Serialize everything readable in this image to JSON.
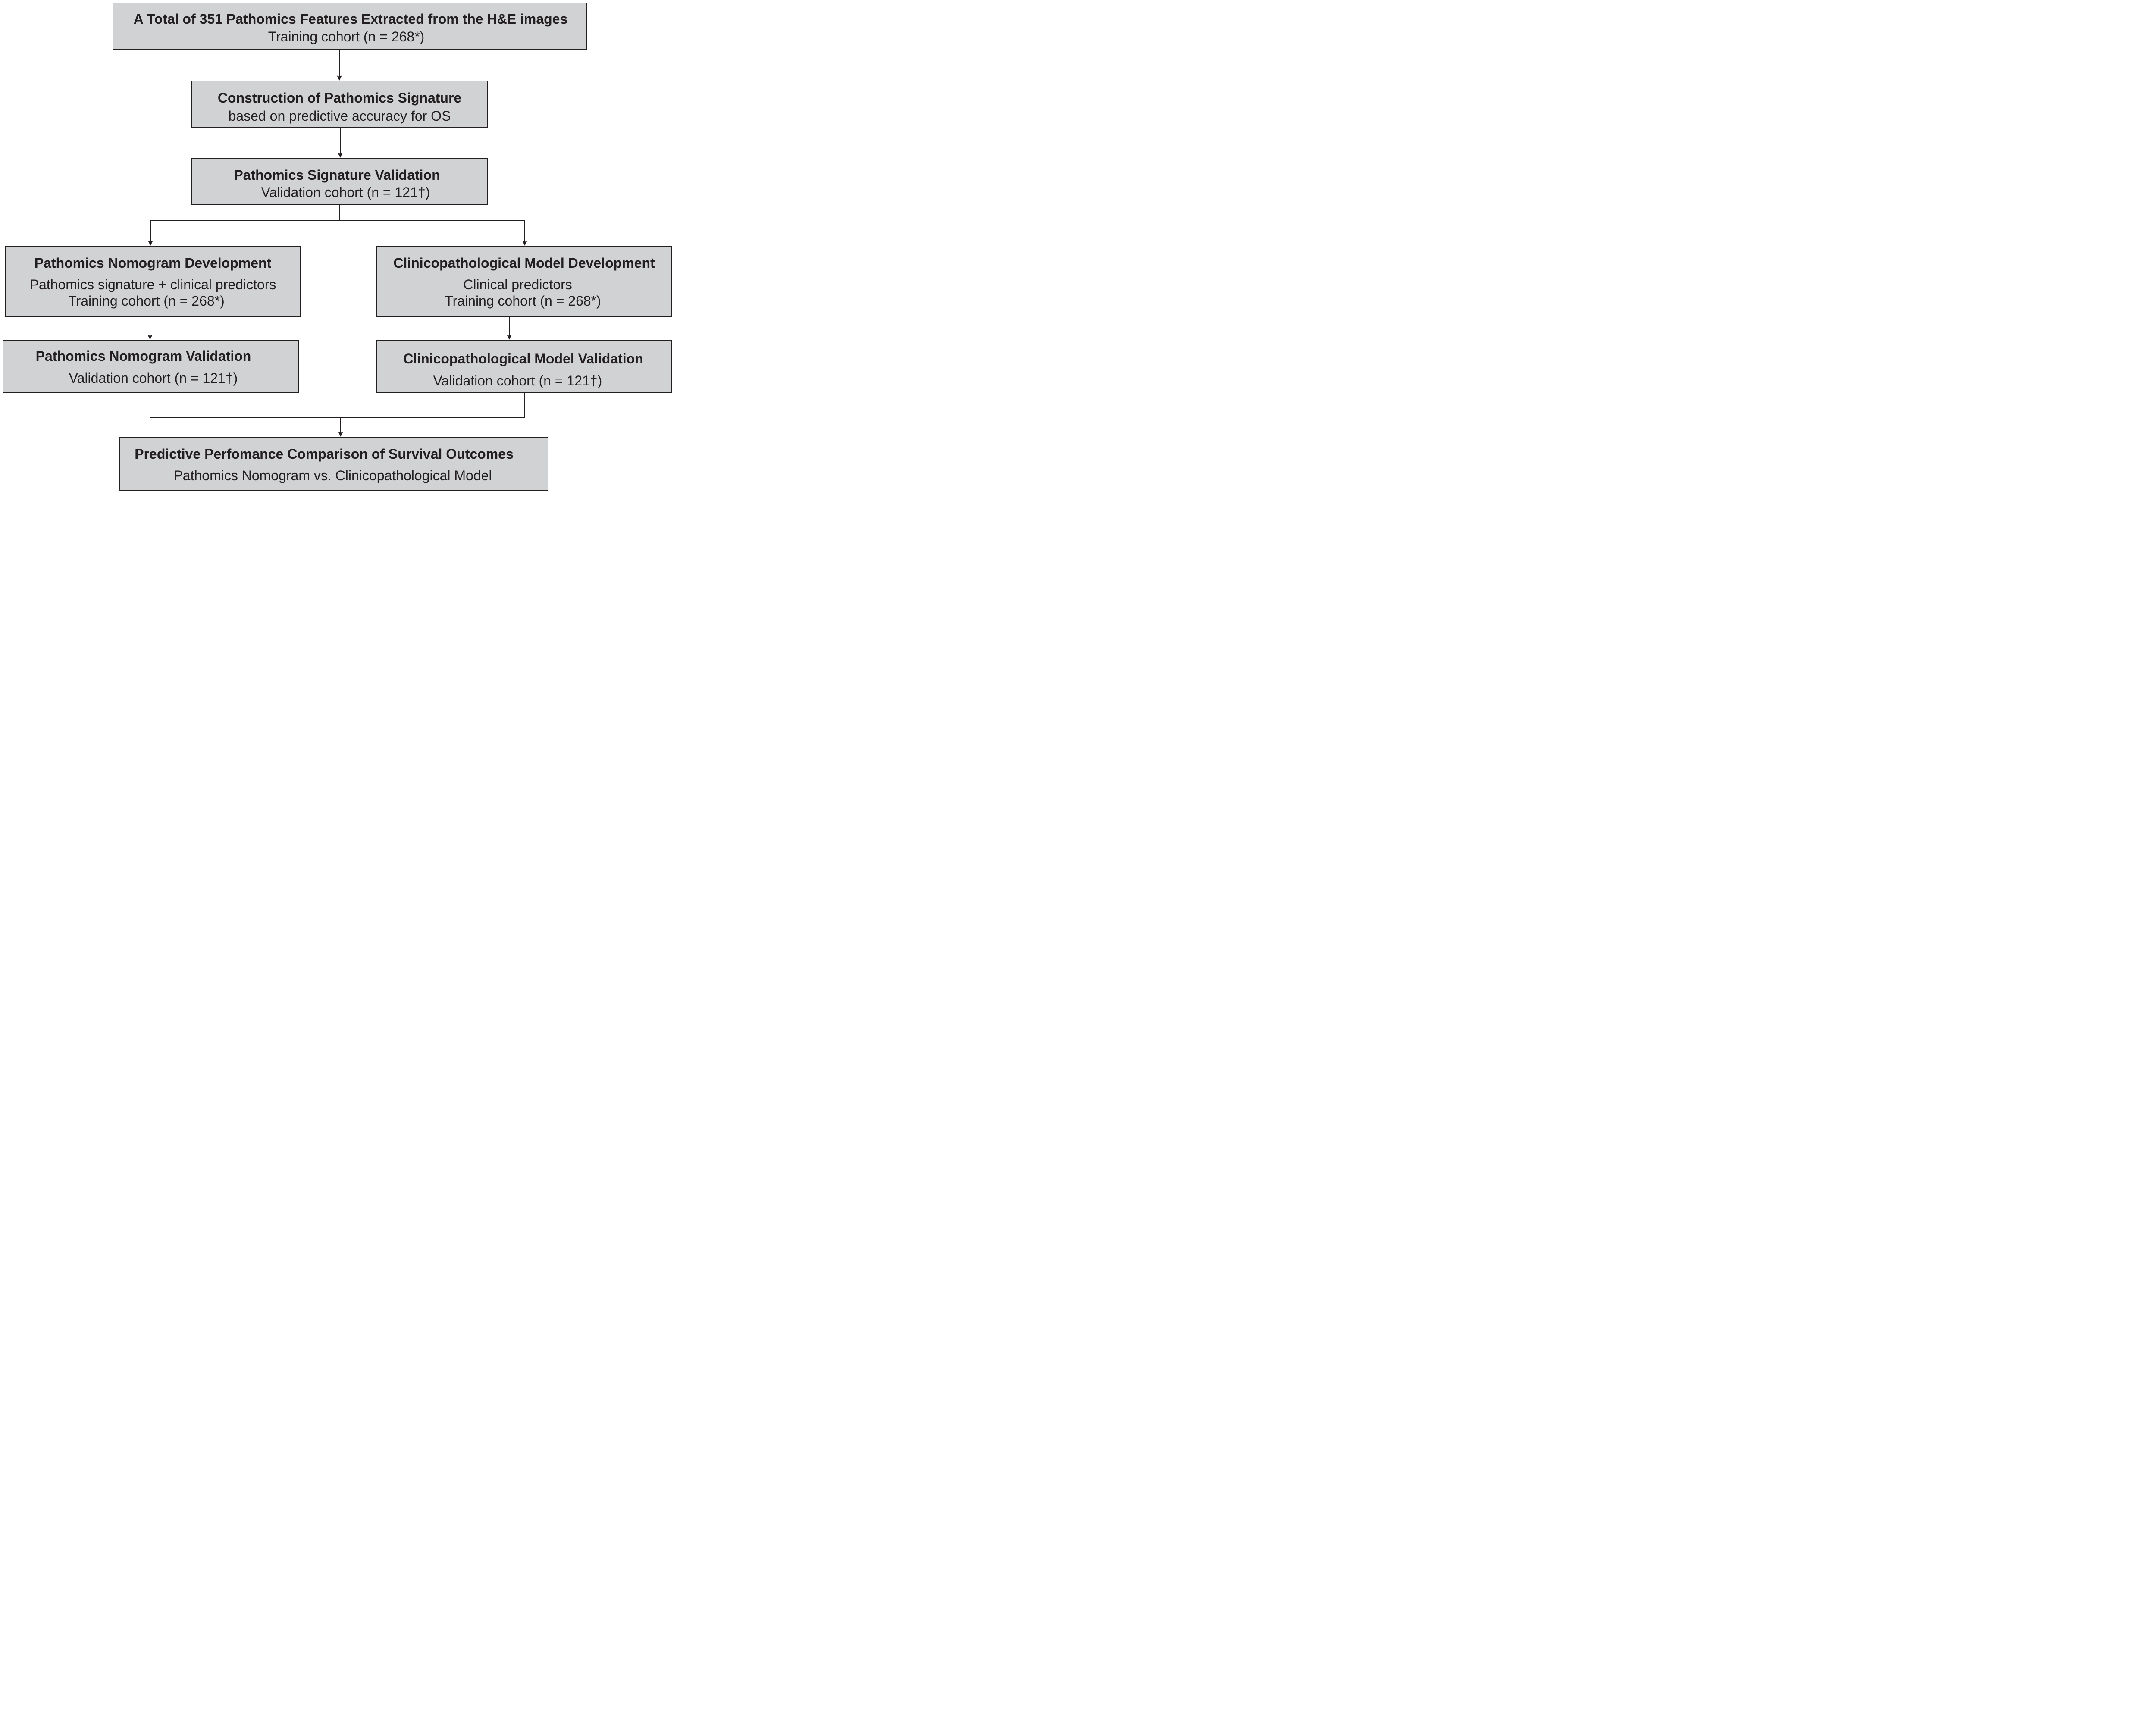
{
  "colors": {
    "box_fill": "#d1d2d4",
    "line": "#231f20",
    "background": "#ffffff"
  },
  "nodes": {
    "features": {
      "title": "A Total of 351 Pathomics Features Extracted from the H&E images",
      "line1": "Training cohort (n = 268*)"
    },
    "construction": {
      "title": "Construction of Pathomics Signature",
      "line1": "based on predictive accuracy for OS"
    },
    "signature_validation": {
      "title": "Pathomics Signature Validation",
      "line1": "Validation cohort (n = 121†)"
    },
    "nomogram_development": {
      "title": "Pathomics Nomogram Development",
      "line1": "Pathomics signature + clinical predictors",
      "line2": "Training cohort (n = 268*)"
    },
    "clinical_development": {
      "title": "Clinicopathological Model Development",
      "line1": "Clinical predictors",
      "line2": "Training cohort (n = 268*)"
    },
    "nomogram_validation": {
      "title": "Pathomics Nomogram Validation",
      "line1": "Validation cohort (n = 121†)"
    },
    "clinical_validation": {
      "title": "Clinicopathological Model Validation",
      "line1": "Validation cohort (n = 121†)"
    },
    "comparison": {
      "title": "Predictive Perfomance Comparison of Survival Outcomes",
      "line1": "Pathomics Nomogram vs. Clinicopathological Model"
    }
  },
  "edges": [
    {
      "from": "features",
      "to": "construction"
    },
    {
      "from": "construction",
      "to": "signature_validation"
    },
    {
      "from": "signature_validation",
      "to": "nomogram_development"
    },
    {
      "from": "signature_validation",
      "to": "clinical_development"
    },
    {
      "from": "nomogram_development",
      "to": "nomogram_validation"
    },
    {
      "from": "clinical_development",
      "to": "clinical_validation"
    },
    {
      "from": "nomogram_validation",
      "to": "comparison"
    },
    {
      "from": "clinical_validation",
      "to": "comparison"
    }
  ]
}
